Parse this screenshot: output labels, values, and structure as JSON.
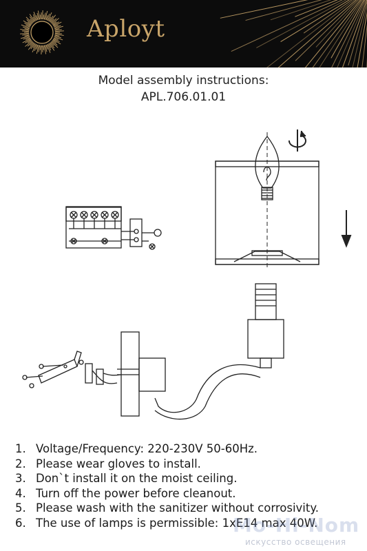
{
  "header": {
    "brand": "Aployt",
    "sun_logo": "sunburst-logo",
    "rays_decoration": "gold-rays",
    "accent_color": "#c9a56a",
    "background_color": "#0c0c0c"
  },
  "title": {
    "line1": "Model assembly instructions:",
    "line2": "APL.706.01.01"
  },
  "drawing": {
    "icons": [
      "rotate-arrow-icon",
      "down-arrow-icon",
      "wiring-diagram",
      "wall-mount-bracket",
      "lamp-assembly"
    ]
  },
  "notes": [
    {
      "num": "1.",
      "text": "Voltage/Frequency: 220-230V 50-60Hz."
    },
    {
      "num": "2.",
      "text": "Please wear gloves to install."
    },
    {
      "num": "3.",
      "text": "Don`t install it on the moist ceiling."
    },
    {
      "num": "4.",
      "text": "Turn off the power before cleanout."
    },
    {
      "num": "5.",
      "text": "Please wash with the sanitizer without corrosivity."
    },
    {
      "num": "6.",
      "text": "The use of lamps is permissible: 1xE14 max 40W."
    }
  ],
  "watermark": {
    "big": "Mo-Hi-Nom",
    "small": "искусство освещения"
  }
}
